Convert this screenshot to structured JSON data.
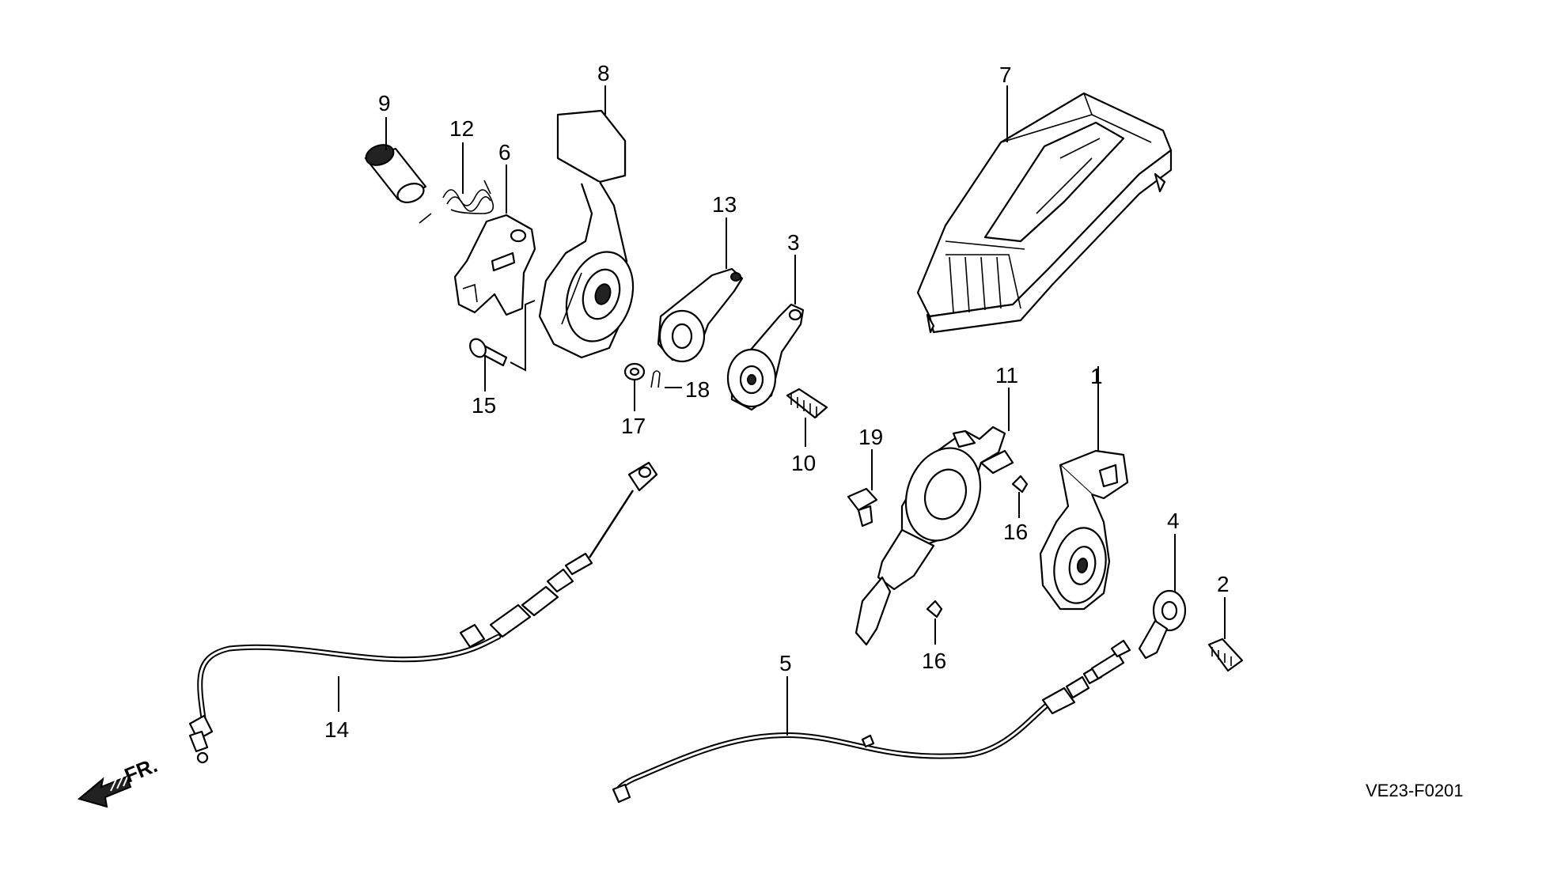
{
  "callouts": {
    "c1": "1",
    "c2": "2",
    "c3": "3",
    "c4": "4",
    "c5": "5",
    "c6": "6",
    "c7": "7",
    "c8": "8",
    "c9": "9",
    "c10": "10",
    "c11": "11",
    "c12": "12",
    "c13": "13",
    "c14": "14",
    "c15": "15",
    "c16a": "16",
    "c16b": "16",
    "c17": "17",
    "c18": "18",
    "c19": "19"
  },
  "direction_label": "FR.",
  "diagram_code": "VE23-F0201",
  "colors": {
    "line": "#000000",
    "background": "#ffffff"
  }
}
